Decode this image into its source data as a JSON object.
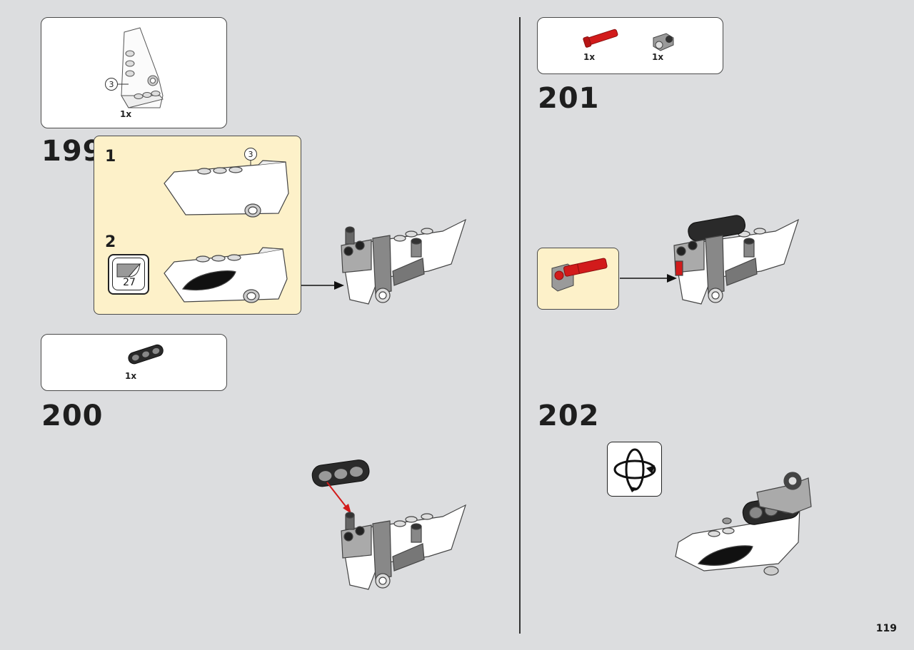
{
  "page_number": "119",
  "steps": {
    "s199": {
      "number": "199",
      "parts": [
        {
          "qty": "1x"
        }
      ],
      "callout_left": "3",
      "substeps": [
        {
          "label": "1",
          "callout": "3"
        },
        {
          "label": "2",
          "sticker_number": "27"
        }
      ]
    },
    "s200": {
      "number": "200",
      "parts": [
        {
          "qty": "1x"
        }
      ]
    },
    "s201": {
      "number": "201",
      "parts": [
        {
          "qty": "1x"
        },
        {
          "qty": "1x"
        }
      ]
    },
    "s202": {
      "number": "202"
    }
  },
  "colors": {
    "background": "#dcdddf",
    "subassembly_bg": "#fdf1c9",
    "red_part": "#d21b1b",
    "dark_part": "#2a2a2a",
    "grey_part": "#9a9a9a"
  },
  "icons": [
    "rotate-model-icon",
    "sticker-icon"
  ]
}
